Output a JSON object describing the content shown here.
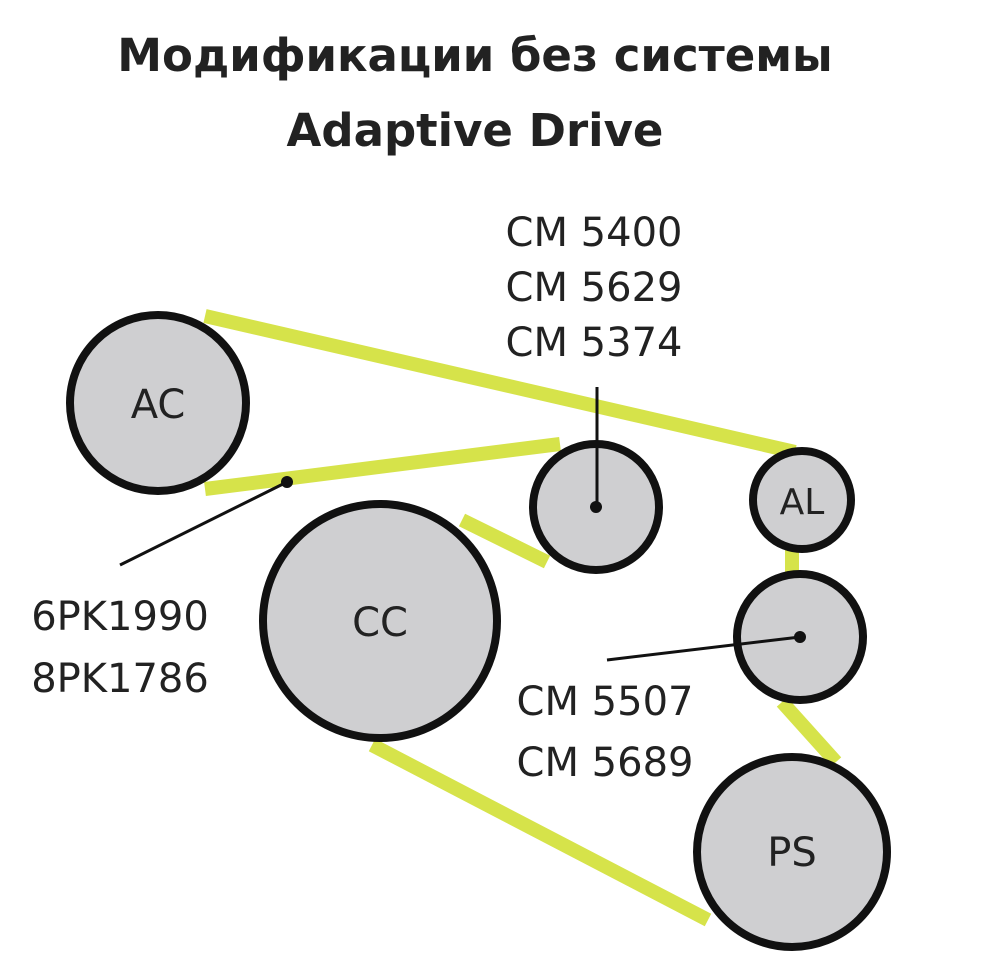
{
  "title": {
    "line1": "Модификации без системы",
    "line2": "Adaptive Drive"
  },
  "colors": {
    "belt": "#d6e34a",
    "pulley_fill": "#cfcfd1",
    "pulley_stroke": "#111111",
    "text": "#222222"
  },
  "pulleys": {
    "ac": "AC",
    "al": "AL",
    "cc": "CC",
    "ps": "PS",
    "tensioner": "",
    "idler": ""
  },
  "callouts": {
    "top": [
      "CM 5400",
      "CM 5629",
      "CM 5374"
    ],
    "belt": [
      "6PK1990",
      "8PK1786"
    ],
    "idler": [
      "CM 5507",
      "CM 5689"
    ]
  }
}
